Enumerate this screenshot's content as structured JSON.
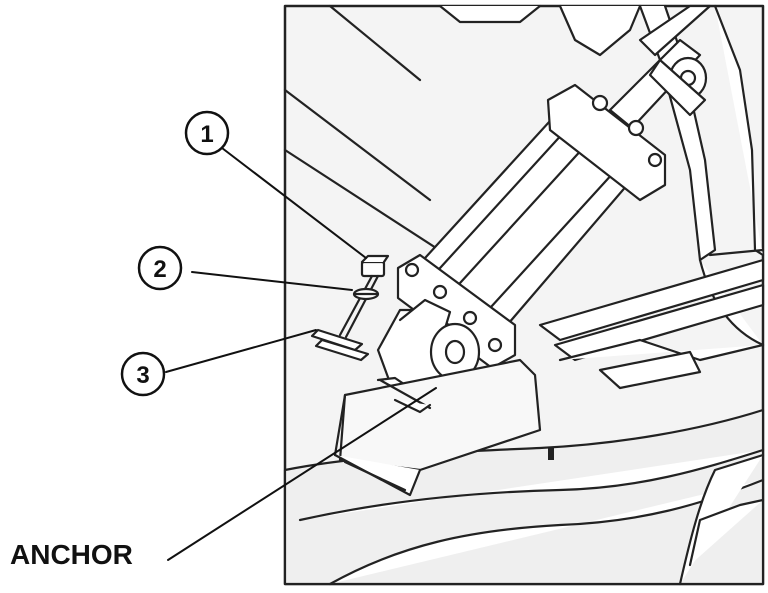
{
  "callouts": [
    {
      "number": "1",
      "part": "bolt"
    },
    {
      "number": "2",
      "part": "lock-washer"
    },
    {
      "number": "3",
      "part": "shims"
    }
  ],
  "labels": {
    "anchor": "ANCHOR"
  },
  "colors": {
    "line": "#222222",
    "background": "#ffffff",
    "panel": "#f4f4f4"
  }
}
